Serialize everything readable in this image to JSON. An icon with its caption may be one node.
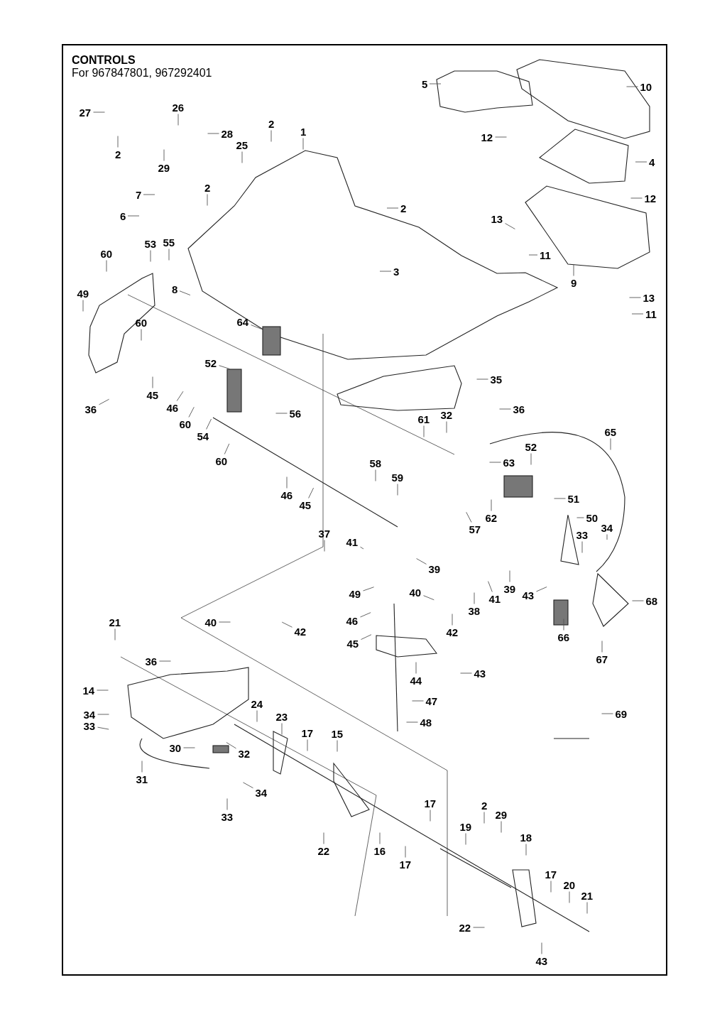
{
  "diagram": {
    "title": "CONTROLS",
    "nodes": [
      {
        "text": [
          "5"
        ]
      },
      {
        "text": [
          "10"
        ]
      },
      {
        "text": [
          "27"
        ]
      },
      {
        "text": [
          "26"
        ]
      },
      {
        "text": [
          "28"
        ]
      },
      {
        "text": [
          "2"
        ]
      },
      {
        "text": [
          "1"
        ]
      },
      {
        "text": [
          "12"
        ]
      },
      {
        "text": [
          "2"
        ]
      },
      {
        "text": [
          "29"
        ]
      },
      {
        "text": [
          "25"
        ]
      },
      {
        "text": [
          "4"
        ]
      },
      {
        "text": [
          "7"
        ]
      },
      {
        "text": [
          "2"
        ]
      },
      {
        "text": [
          "2"
        ]
      },
      {
        "text": [
          "12"
        ]
      },
      {
        "text": [
          "6"
        ]
      },
      {
        "text": [
          "13"
        ]
      },
      {
        "text": [
          "60"
        ]
      },
      {
        "text": [
          "53"
        ]
      },
      {
        "text": [
          "55"
        ]
      },
      {
        "text": [
          "11"
        ]
      },
      {
        "text": [
          "3"
        ]
      },
      {
        "text": [
          "9"
        ]
      },
      {
        "text": [
          "49"
        ]
      },
      {
        "text": [
          "8"
        ]
      },
      {
        "text": [
          "13"
        ]
      },
      {
        "text": [
          "11"
        ]
      },
      {
        "text": [
          "64"
        ]
      },
      {
        "text": [
          "60"
        ]
      },
      {
        "text": [
          "52"
        ]
      },
      {
        "text": [
          "35"
        ]
      },
      {
        "text": [
          "36"
        ]
      },
      {
        "text": [
          "45"
        ]
      },
      {
        "text": [
          "46"
        ]
      },
      {
        "text": [
          "60"
        ]
      },
      {
        "text": [
          "54"
        ]
      },
      {
        "text": [
          "56"
        ]
      },
      {
        "text": [
          "36"
        ]
      },
      {
        "text": [
          "61"
        ]
      },
      {
        "text": [
          "32"
        ]
      },
      {
        "text": [
          "65"
        ]
      },
      {
        "text": [
          "60"
        ]
      },
      {
        "text": [
          "52"
        ]
      },
      {
        "text": [
          "63"
        ]
      },
      {
        "text": [
          "46"
        ]
      },
      {
        "text": [
          "45"
        ]
      },
      {
        "text": [
          "58"
        ]
      },
      {
        "text": [
          "59"
        ]
      },
      {
        "text": [
          "62"
        ]
      },
      {
        "text": [
          "51"
        ]
      },
      {
        "text": [
          "50"
        ]
      },
      {
        "text": [
          "57"
        ]
      },
      {
        "text": [
          "33"
        ]
      },
      {
        "text": [
          "34"
        ]
      },
      {
        "text": [
          "41"
        ]
      },
      {
        "text": [
          "37"
        ]
      },
      {
        "text": [
          "39"
        ]
      },
      {
        "text": [
          "49"
        ]
      },
      {
        "text": [
          "40"
        ]
      },
      {
        "text": [
          "39"
        ]
      },
      {
        "text": [
          "41"
        ]
      },
      {
        "text": [
          "43"
        ]
      },
      {
        "text": [
          "38"
        ]
      },
      {
        "text": [
          "46"
        ]
      },
      {
        "text": [
          "42"
        ]
      },
      {
        "text": [
          "68"
        ]
      },
      {
        "text": [
          "21"
        ]
      },
      {
        "text": [
          "40"
        ]
      },
      {
        "text": [
          "42"
        ]
      },
      {
        "text": [
          "66"
        ]
      },
      {
        "text": [
          "45"
        ]
      },
      {
        "text": [
          "36"
        ]
      },
      {
        "text": [
          "67"
        ]
      },
      {
        "text": [
          "44"
        ]
      },
      {
        "text": [
          "43"
        ]
      },
      {
        "text": [
          "47"
        ]
      },
      {
        "text": [
          "24"
        ]
      },
      {
        "text": [
          "23"
        ]
      },
      {
        "text": [
          "14"
        ]
      },
      {
        "text": [
          "34"
        ]
      },
      {
        "text": [
          "48"
        ]
      },
      {
        "text": [
          "69"
        ]
      },
      {
        "text": [
          "33"
        ]
      },
      {
        "text": [
          "17"
        ]
      },
      {
        "text": [
          "15"
        ]
      },
      {
        "text": [
          "30"
        ]
      },
      {
        "text": [
          "32"
        ]
      },
      {
        "text": [
          "31"
        ]
      },
      {
        "text": [
          "34"
        ]
      },
      {
        "text": [
          "16"
        ]
      },
      {
        "text": [
          "22"
        ]
      },
      {
        "text": [
          "33"
        ]
      },
      {
        "text": [
          "17"
        ]
      },
      {
        "text": [
          "17"
        ]
      },
      {
        "text": [
          "2"
        ]
      },
      {
        "text": [
          "29"
        ]
      },
      {
        "text": [
          "19"
        ]
      },
      {
        "text": [
          "18"
        ]
      },
      {
        "text": [
          "17"
        ]
      },
      {
        "text": [
          "20"
        ]
      },
      {
        "text": [
          "21"
        ]
      },
      {
        "text": [
          "22"
        ]
      },
      {
        "text": [
          "43"
        ]
      }
    ],
    "edges": [
      {
        "from": 0,
        "to": null,
        "arrow": "none"
      },
      {
        "from": 1,
        "to": null,
        "arrow": "none"
      },
      {
        "from": 2,
        "to": null,
        "arrow": "none"
      },
      {
        "from": 3,
        "to": null,
        "arrow": "none"
      },
      {
        "from": 4,
        "to": null,
        "arrow": "none"
      },
      {
        "from": 5,
        "to": null,
        "arrow": "none"
      },
      {
        "from": 6,
        "to": null,
        "arrow": "none"
      },
      {
        "from": 7,
        "to": null,
        "arrow": "none"
      },
      {
        "from": 8,
        "to": null,
        "arrow": "none"
      },
      {
        "from": 9,
        "to": null,
        "arrow": "none"
      },
      {
        "from": 10,
        "to": null,
        "arrow": "none"
      },
      {
        "from": 11,
        "to": null,
        "arrow": "none"
      },
      {
        "from": 12,
        "to": null,
        "arrow": "none"
      },
      {
        "from": 13,
        "to": null,
        "arrow": "none"
      },
      {
        "from": 14,
        "to": null,
        "arrow": "none"
      },
      {
        "from": 15,
        "to": null,
        "arrow": "none"
      },
      {
        "from": 16,
        "to": null,
        "arrow": "none"
      },
      {
        "from": 17,
        "to": null,
        "arrow": "none"
      },
      {
        "from": 18,
        "to": null,
        "arrow": "none"
      },
      {
        "from": 19,
        "to": null,
        "arrow": "none"
      },
      {
        "from": 20,
        "to": null,
        "arrow": "none"
      },
      {
        "from": 21,
        "to": null,
        "arrow": "none"
      },
      {
        "from": 22,
        "to": null,
        "arrow": "none"
      },
      {
        "from": 23,
        "to": null,
        "arrow": "none"
      },
      {
        "from": 24,
        "to": null,
        "arrow": "none"
      },
      {
        "from": 25,
        "to": null,
        "arrow": "none"
      },
      {
        "from": 26,
        "to": null,
        "arrow": "none"
      },
      {
        "from": 27,
        "to": null,
        "arrow": "none"
      },
      {
        "from": 28,
        "to": null,
        "arrow": "none"
      },
      {
        "from": 29,
        "to": null,
        "arrow": "none"
      },
      {
        "from": 30,
        "to": null,
        "arrow": "none"
      },
      {
        "from": 31,
        "to": null,
        "arrow": "none"
      },
      {
        "from": 32,
        "to": null,
        "arrow": "none"
      },
      {
        "from": 33,
        "to": null,
        "arrow": "none"
      },
      {
        "from": 34,
        "to": null,
        "arrow": "none"
      },
      {
        "from": 35,
        "to": null,
        "arrow": "none"
      },
      {
        "from": 36,
        "to": null,
        "arrow": "none"
      },
      {
        "from": 37,
        "to": null,
        "arrow": "none"
      },
      {
        "from": 38,
        "to": null,
        "arrow": "none"
      },
      {
        "from": 39,
        "to": null,
        "arrow": "none"
      },
      {
        "from": 40,
        "to": null,
        "arrow": "none"
      },
      {
        "from": 41,
        "to": null,
        "arrow": "none"
      },
      {
        "from": 42,
        "to": null,
        "arrow": "none"
      },
      {
        "from": 43,
        "to": null,
        "arrow": "none"
      },
      {
        "from": 44,
        "to": null,
        "arrow": "none"
      },
      {
        "from": 45,
        "to": null,
        "arrow": "none"
      },
      {
        "from": 46,
        "to": null,
        "arrow": "none"
      },
      {
        "from": 47,
        "to": null,
        "arrow": "none"
      },
      {
        "from": 48,
        "to": null,
        "arrow": "none"
      },
      {
        "from": 49,
        "to": null,
        "arrow": "none"
      },
      {
        "from": 50,
        "to": null,
        "arrow": "none"
      },
      {
        "from": 51,
        "to": null,
        "arrow": "none"
      },
      {
        "from": 52,
        "to": null,
        "arrow": "none"
      },
      {
        "from": 53,
        "to": null,
        "arrow": "none"
      },
      {
        "from": 54,
        "to": null,
        "arrow": "none"
      },
      {
        "from": 55,
        "to": null,
        "arrow": "none"
      },
      {
        "from": 56,
        "to": null,
        "arrow": "none"
      },
      {
        "from": 57,
        "to": null,
        "arrow": "none"
      },
      {
        "from": 58,
        "to": null,
        "arrow": "none"
      },
      {
        "from": 59,
        "to": null,
        "arrow": "none"
      },
      {
        "from": 60,
        "to": null,
        "arrow": "none"
      },
      {
        "from": 61,
        "to": null,
        "arrow": "none"
      },
      {
        "from": 62,
        "to": null,
        "arrow": "none"
      },
      {
        "from": 63,
        "to": null,
        "arrow": "none"
      },
      {
        "from": 64,
        "to": null,
        "arrow": "none"
      },
      {
        "from": 65,
        "to": null,
        "arrow": "none"
      },
      {
        "from": 66,
        "to": null,
        "arrow": "none"
      },
      {
        "from": 67,
        "to": null,
        "arrow": "none"
      },
      {
        "from": 68,
        "to": null,
        "arrow": "none"
      },
      {
        "from": 69,
        "to": null,
        "arrow": "none"
      },
      {
        "from": 70,
        "to": null,
        "arrow": "none"
      },
      {
        "from": 71,
        "to": null,
        "arrow": "none"
      },
      {
        "from": 72,
        "to": null,
        "arrow": "none"
      },
      {
        "from": 73,
        "to": null,
        "arrow": "none"
      },
      {
        "from": 74,
        "to": null,
        "arrow": "none"
      },
      {
        "from": 75,
        "to": null,
        "arrow": "none"
      },
      {
        "from": 76,
        "to": null,
        "arrow": "none"
      },
      {
        "from": 77,
        "to": null,
        "arrow": "none"
      },
      {
        "from": 78,
        "to": null,
        "arrow": "none"
      },
      {
        "from": 79,
        "to": null,
        "arrow": "none"
      },
      {
        "from": 80,
        "to": null,
        "arrow": "none"
      },
      {
        "from": 81,
        "to": null,
        "arrow": "none"
      },
      {
        "from": 82,
        "to": null,
        "arrow": "none"
      },
      {
        "from": 83,
        "to": null,
        "arrow": "none"
      },
      {
        "from": 84,
        "to": null,
        "arrow": "none"
      },
      {
        "from": 85,
        "to": null,
        "arrow": "none"
      },
      {
        "from": 86,
        "to": null,
        "arrow": "none"
      },
      {
        "from": 87,
        "to": null,
        "arrow": "none"
      },
      {
        "from": 88,
        "to": null,
        "arrow": "none"
      },
      {
        "from": 89,
        "to": null,
        "arrow": "none"
      },
      {
        "from": 90,
        "to": null,
        "arrow": "none"
      },
      {
        "from": 91,
        "to": null,
        "arrow": "none"
      },
      {
        "from": 92,
        "to": null,
        "arrow": "none"
      },
      {
        "from": 93,
        "to": null,
        "arrow": "none"
      },
      {
        "from": 94,
        "to": null,
        "arrow": "none"
      },
      {
        "from": 95,
        "to": null,
        "arrow": "none"
      },
      {
        "from": 96,
        "to": null,
        "arrow": "none"
      },
      {
        "from": 97,
        "to": null,
        "arrow": "none"
      },
      {
        "from": 98,
        "to": null,
        "arrow": "none"
      },
      {
        "from": 99,
        "to": null,
        "arrow": "none"
      },
      {
        "from": 100,
        "to": null,
        "arrow": "none"
      },
      {
        "from": 101,
        "to": null,
        "arrow": "none"
      },
      {
        "from": 102,
        "to": null,
        "arrow": "none"
      },
      {
        "from": 103,
        "to": null,
        "arrow": "none"
      }
    ],
    "labels": [
      "For 967847801, 967292401"
    ]
  }
}
